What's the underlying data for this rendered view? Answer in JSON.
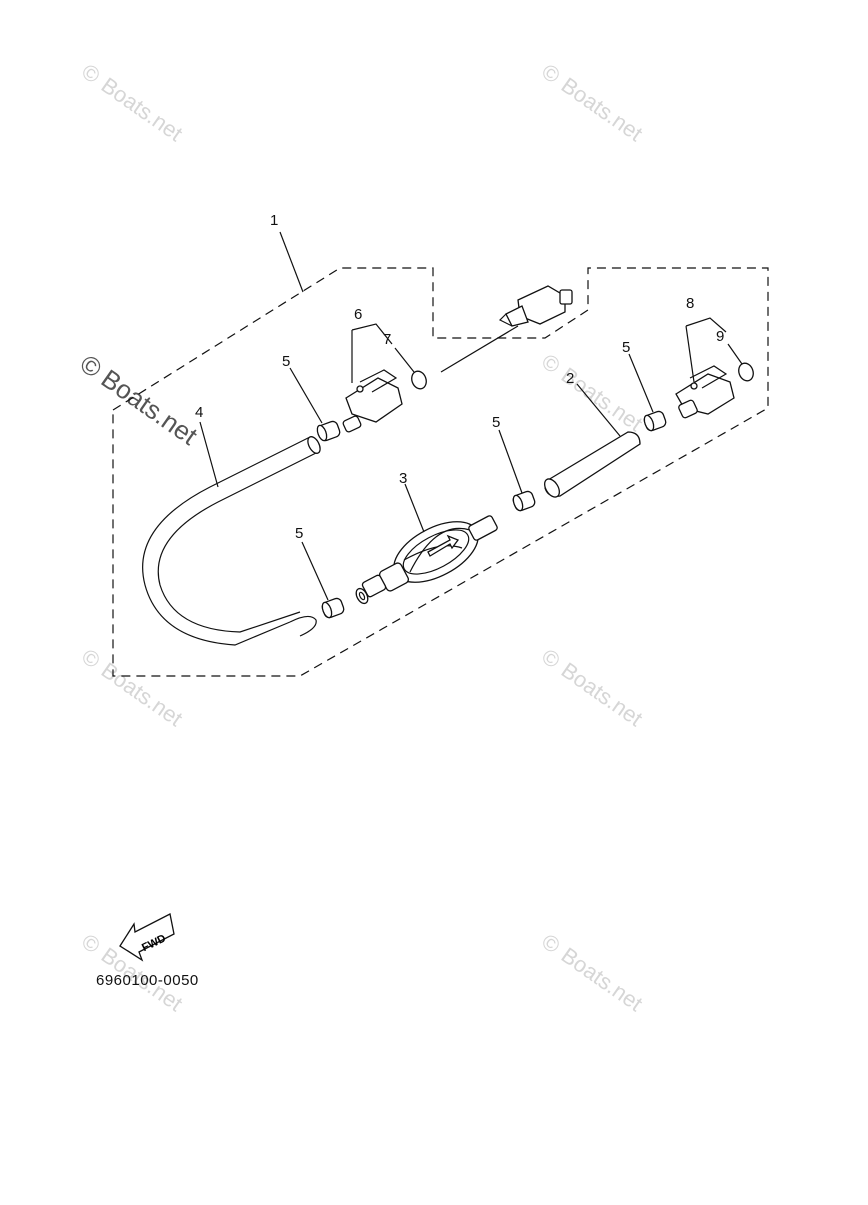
{
  "watermark": {
    "symbol": "©",
    "text": "Boats.net"
  },
  "callouts": {
    "c1": "1",
    "c2": "2",
    "c3": "3",
    "c4": "4",
    "c5a": "5",
    "c5b": "5",
    "c5c": "5",
    "c5d": "5",
    "c6": "6",
    "c7": "7",
    "c8": "8",
    "c9": "9"
  },
  "fwd_label": "FWD",
  "diagram_code": "6960100-0050"
}
